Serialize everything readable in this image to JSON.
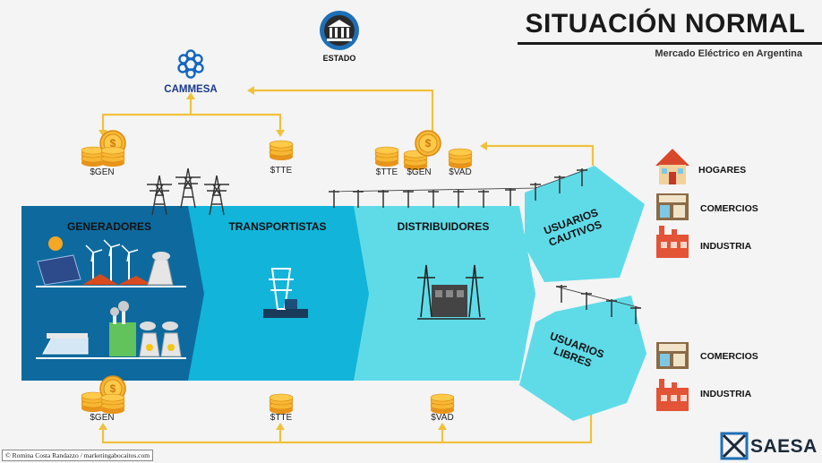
{
  "header": {
    "title": "SITUACIÓN NORMAL",
    "subtitle": "Mercado Eléctrico en Argentina"
  },
  "nodes": {
    "estado": "ESTADO",
    "cammesa": "CAMMESA"
  },
  "segments": {
    "generadores": "GENERADORES",
    "transportistas": "TRANSPORTISTAS",
    "distribuidores": "DISTRIBUIDORES",
    "usuarios_cautivos": "USUARIOS CAUTIVOS",
    "usuarios_libres": "USUARIOS LIBRES"
  },
  "money_labels": {
    "top_gen": "$GEN",
    "top_tte": "$TTE",
    "dist_tte": "$TTE",
    "dist_gen": "$GEN",
    "dist_vad": "$VAD",
    "bottom_gen": "$GEN",
    "bottom_tte": "$TTE",
    "bottom_vad": "$VAD"
  },
  "cautivos_users": [
    "HOGARES",
    "COMERCIOS",
    "INDUSTRIA"
  ],
  "libres_users": [
    "COMERCIOS",
    "INDUSTRIA"
  ],
  "footer": {
    "credit": "© Romina Costa Randazzo / marketingabocaitos.com",
    "brand": "SAESA"
  },
  "colors": {
    "generadores": "#0e6a9e",
    "transportistas": "#12b4d9",
    "distribuidores": "#5fdbe8",
    "usuarios": "#5fdbe8",
    "flow_line": "#f0c13c",
    "coin": "#f5a623"
  }
}
